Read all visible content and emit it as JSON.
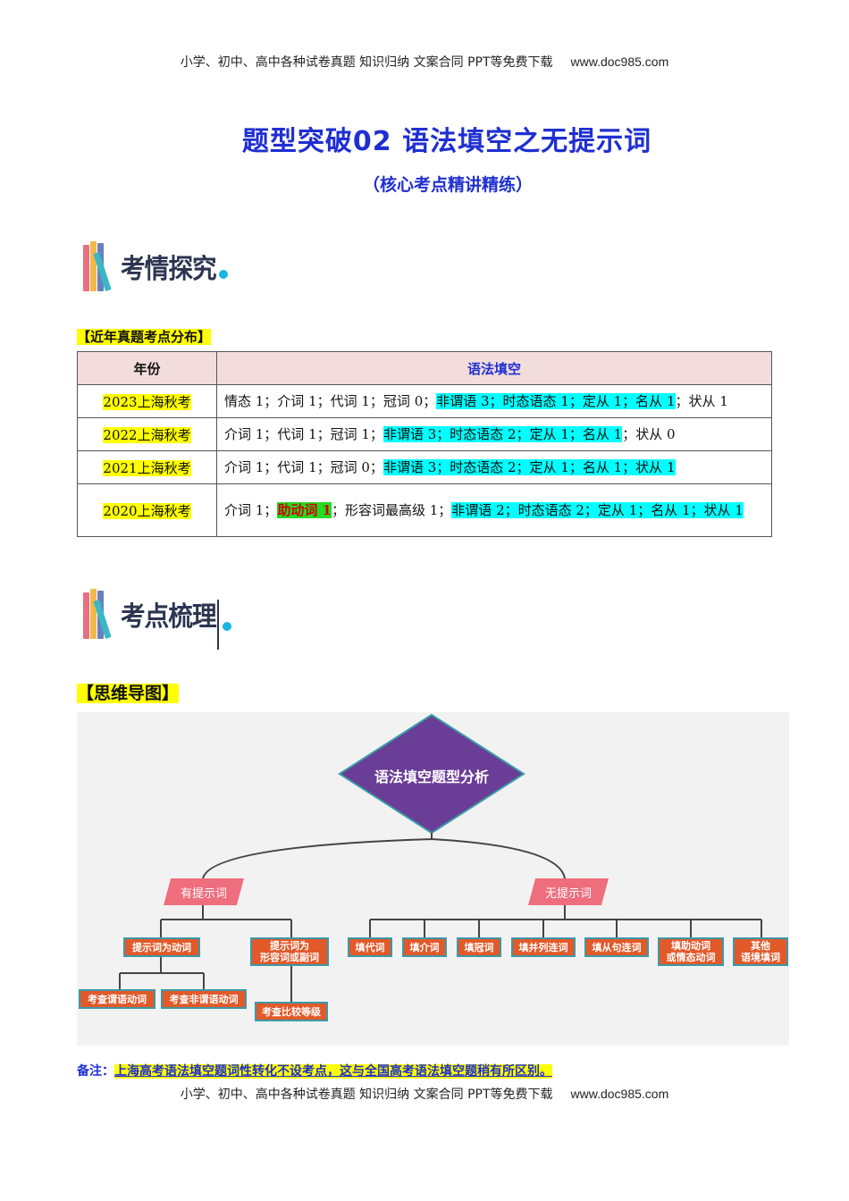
{
  "header": {
    "text": "小学、初中、高中各种试卷真题  知识归纳  文案合同  PPT等免费下载",
    "url": "www.doc985.com"
  },
  "title": "题型突破02 语法填空之无提示词",
  "subtitle": "（核心考点精讲精练）",
  "section1": {
    "logo_text": "考情探究",
    "label": "【近年真题考点分布】"
  },
  "table": {
    "headers": [
      "年份",
      "语法填空"
    ],
    "rows": [
      {
        "year": "2023上海秋考",
        "parts": [
          {
            "t": "情态 1；介词 1；代词 1；冠词 0；",
            "h": ""
          },
          {
            "t": "非谓语 3；时态语态 1；定从 1；名从 1",
            "h": "cy"
          },
          {
            "t": "；状从 1",
            "h": ""
          }
        ]
      },
      {
        "year": "2022上海秋考",
        "parts": [
          {
            "t": "介词 1；代词 1；冠词 1；",
            "h": ""
          },
          {
            "t": "非谓语 3；时态语态 2；定从 1；名从 1",
            "h": "cy"
          },
          {
            "t": "；状从 0",
            "h": ""
          }
        ]
      },
      {
        "year": "2021上海秋考",
        "parts": [
          {
            "t": "介词 1；代词 1；冠词 0；",
            "h": ""
          },
          {
            "t": "非谓语 3；时态语态 2；定从 1；名从 1；状从 1",
            "h": "cy"
          }
        ]
      },
      {
        "year": "2020上海秋考",
        "parts": [
          {
            "t": "介词 1；",
            "h": ""
          },
          {
            "t": "助动词 1",
            "h": "gr"
          },
          {
            "t": "；形容词最高级 1；",
            "h": ""
          },
          {
            "t": "非谓语 2；时态语态 2；定从 1；名从 1；状从 1",
            "h": "cy"
          }
        ]
      }
    ]
  },
  "section2": {
    "logo_text": "考点梳理",
    "label": "【思维导图】"
  },
  "mindmap": {
    "root": "语法填空题型分析",
    "branches": [
      "有提示词",
      "无提示词"
    ],
    "left_nodes": [
      "提示词为动词",
      "提示词为\n形容词或副词"
    ],
    "left_leaves": [
      "考查谓语动词",
      "考查非谓语动词",
      "考查比较等级"
    ],
    "right_nodes": [
      "填代词",
      "填介词",
      "填冠词",
      "填并列连词",
      "填从句连词",
      "填助动词\n或情态动词",
      "其他\n语境填词"
    ],
    "colors": {
      "node": "#e2592a",
      "node_border": "#3a9aa8",
      "branch": "#ee6e7e",
      "root": "#6a3d96"
    }
  },
  "note": {
    "prefix": "备注：",
    "text": "上海高考语法填空题词性转化不设考点，这与全国高考语法填空题稍有所区别。"
  },
  "footer": {
    "text": "小学、初中、高中各种试卷真题  知识归纳  文案合同  PPT等免费下载",
    "url": "www.doc985.com"
  }
}
